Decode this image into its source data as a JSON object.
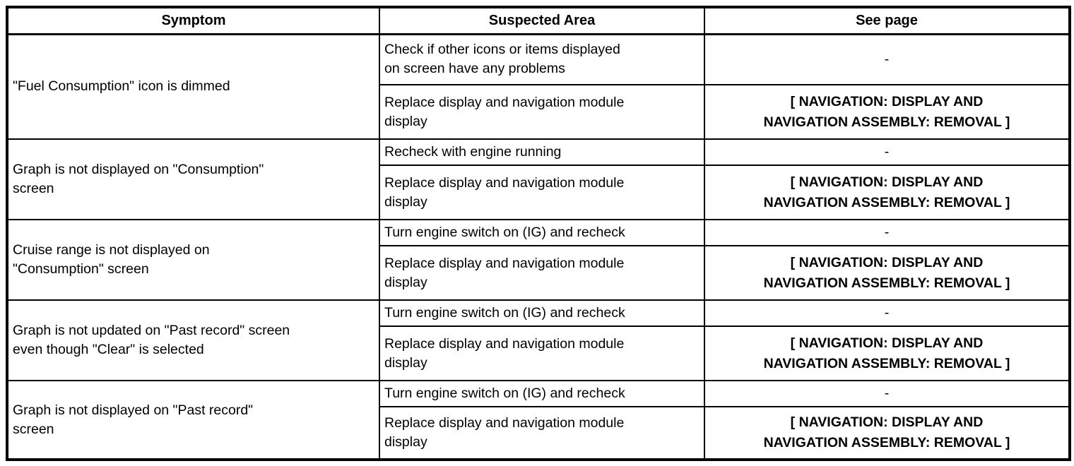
{
  "table": {
    "headers": [
      "Symptom",
      "Suspected Area",
      "See page"
    ],
    "groups": [
      {
        "symptom": "\"Fuel Consumption\" icon is dimmed",
        "rows": [
          {
            "area": "Check if other icons or items displayed\non screen have any problems",
            "page": "-"
          },
          {
            "area": "Replace display and navigation module\ndisplay",
            "page": "[ NAVIGATION: DISPLAY AND\nNAVIGATION ASSEMBLY: REMOVAL ]"
          }
        ]
      },
      {
        "symptom": "Graph is not displayed on \"Consumption\"\nscreen",
        "rows": [
          {
            "area": "Recheck with engine running",
            "page": "-"
          },
          {
            "area": "Replace display and navigation module\ndisplay",
            "page": "[ NAVIGATION: DISPLAY AND\nNAVIGATION ASSEMBLY: REMOVAL ]"
          }
        ]
      },
      {
        "symptom": "Cruise range is not displayed on\n\"Consumption\" screen",
        "rows": [
          {
            "area": "Turn engine switch on (IG) and recheck",
            "page": "-"
          },
          {
            "area": "Replace display and navigation module\ndisplay",
            "page": "[ NAVIGATION: DISPLAY AND\nNAVIGATION ASSEMBLY: REMOVAL ]"
          }
        ]
      },
      {
        "symptom": "Graph is not updated on \"Past record\" screen\neven though \"Clear\" is selected",
        "rows": [
          {
            "area": "Turn engine switch on (IG) and recheck",
            "page": "-"
          },
          {
            "area": "Replace display and navigation module\ndisplay",
            "page": "[ NAVIGATION: DISPLAY AND\nNAVIGATION ASSEMBLY: REMOVAL ]"
          }
        ]
      },
      {
        "symptom": "Graph is not displayed on \"Past record\"\nscreen",
        "rows": [
          {
            "area": "Turn engine switch on (IG) and recheck",
            "page": "-"
          },
          {
            "area": "Replace display and navigation module\ndisplay",
            "page": "[ NAVIGATION: DISPLAY AND\nNAVIGATION ASSEMBLY: REMOVAL ]"
          }
        ]
      }
    ]
  }
}
